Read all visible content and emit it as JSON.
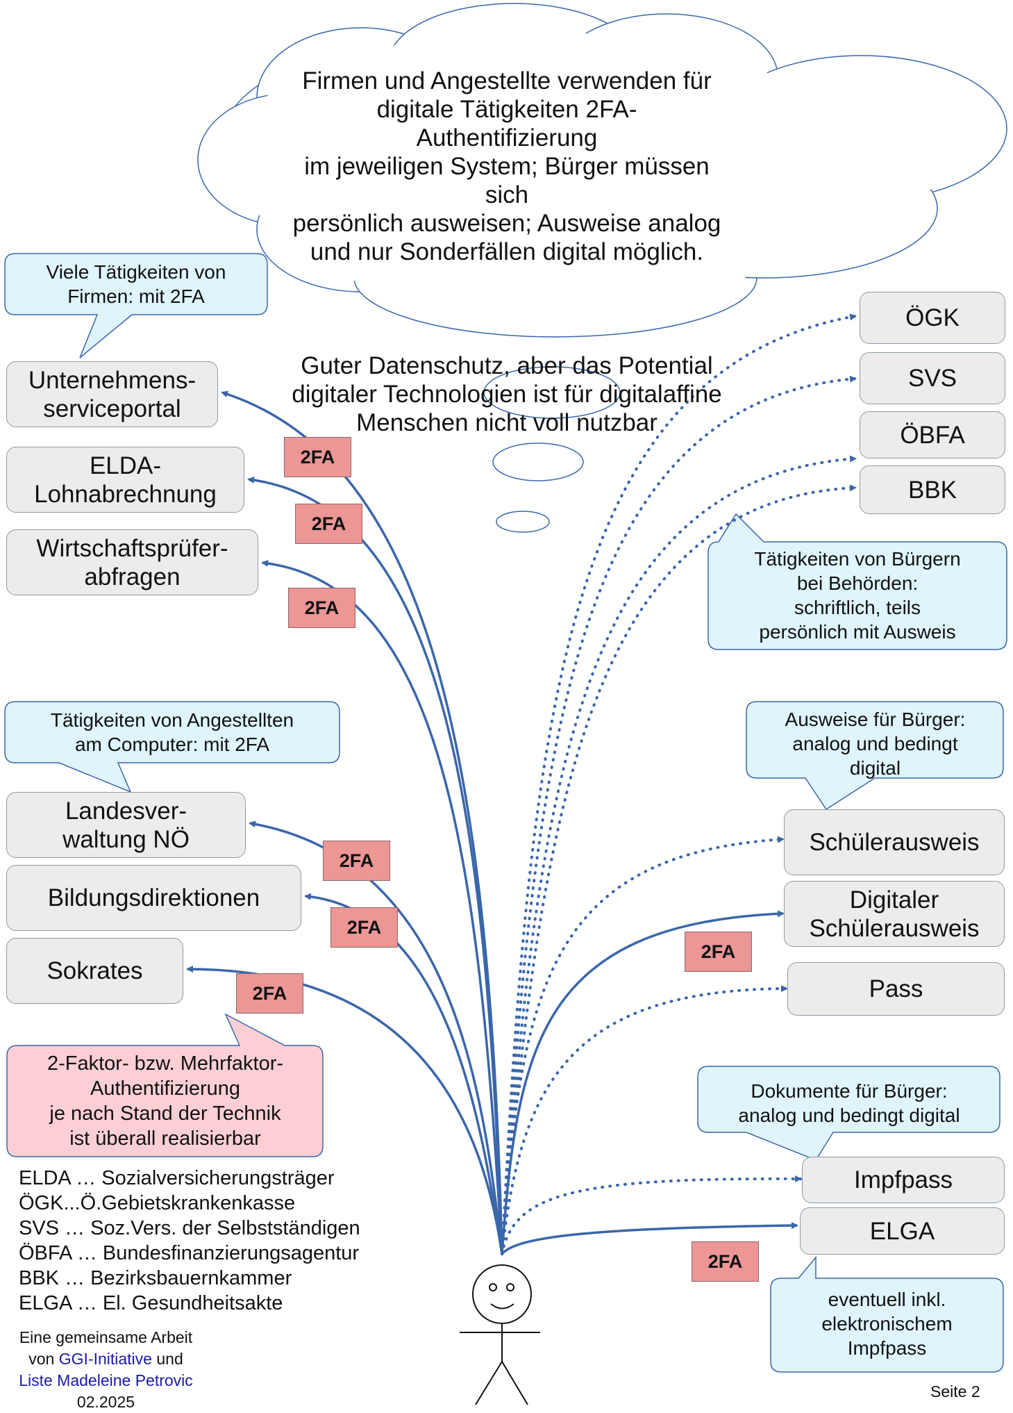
{
  "cloud": {
    "para1": "Firmen und Angestellte verwenden für\ndigitale Tätigkeiten 2FA-Authentifizierung\nim jeweiligen System; Bürger müssen sich\npersönlich ausweisen; Ausweise analog\nund nur Sonderfällen digital möglich.",
    "para2": "Guter Datenschutz, aber das Potential\ndigitaler Technologien ist für digitalaffine\nMenschen nicht voll nutzbar"
  },
  "callouts": {
    "firmen": "Viele Tätigkeiten von\nFirmen: mit 2FA",
    "angestellte": "Tätigkeiten von Angestellten\nam Computer: mit 2FA",
    "buerger_behoerden": "Tätigkeiten von Bürgern\nbei Behörden:\nschriftlich, teils\npersönlich mit Ausweis",
    "ausweise": "Ausweise für Bürger:\nanalog und bedingt\ndigital",
    "dokumente": "Dokumente für Bürger:\nanalog und bedingt digital",
    "mfa": "2-Faktor- bzw. Mehrfaktor-\nAuthentifizierung\nje nach Stand der Technik\nist überall realisierbar",
    "elga_note": "eventuell inkl.\nelektronischem\nImpfpass"
  },
  "nodes": {
    "usp": "Unternehmens-\nserviceportal",
    "elda": "ELDA-\nLohnabrechnung",
    "wp": "Wirtschaftsprüfer-\nabfragen",
    "lv": "Landesver-\nwaltung NÖ",
    "bd": "Bildungsdirektionen",
    "sok": "Sokrates",
    "oegk": "ÖGK",
    "svs": "SVS",
    "oebfa": "ÖBFA",
    "bbk": "BBK",
    "sa": "Schülerausweis",
    "dsa": "Digitaler\nSchülerausweis",
    "pass": "Pass",
    "impf": "Impfpass",
    "elga": "ELGA"
  },
  "tag_label": "2FA",
  "legend": [
    "ELDA … Sozialversicherungsträger",
    "ÖGK...Ö.Gebietskrankenkasse",
    "SVS … Soz.Vers. der Selbstständigen",
    "ÖBFA … Bundesfinanzierungsagentur",
    "BBK … Bezirksbauernkammer",
    "ELGA … El. Gesundheitsakte"
  ],
  "credits": {
    "line1": "Eine gemeinsame Arbeit",
    "von": "von ",
    "ggi": "GGI-Initiative",
    "und": " und",
    "liste": "Liste Madeleine Petrovic",
    "date": "02.2025"
  },
  "page": "Seite 2",
  "colors": {
    "arrow": "#3a66aa",
    "node_fill": "#ececec",
    "tag_fill": "#ec9696",
    "callout_blue": "#dff4fb",
    "callout_pink": "#fccfd4",
    "link": "#1a1aa8"
  }
}
